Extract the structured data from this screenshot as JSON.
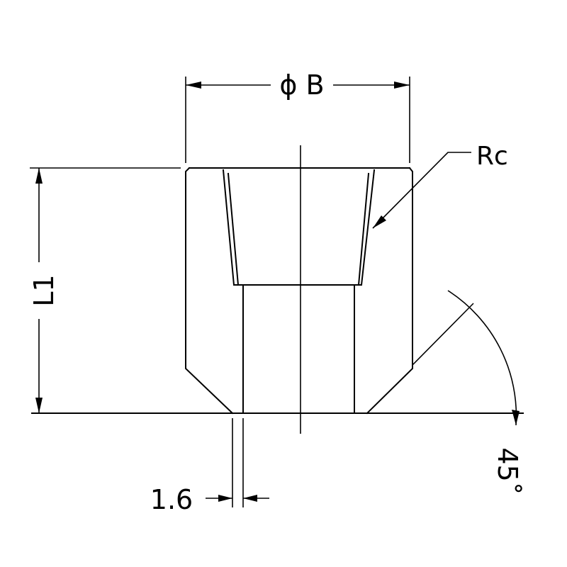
{
  "labels": {
    "diameter": "ϕ B",
    "thread": "Rc",
    "length": "L1",
    "chamfer": "1.6",
    "angle": "45˚"
  },
  "colors": {
    "line": "#000000",
    "background": "#ffffff"
  }
}
